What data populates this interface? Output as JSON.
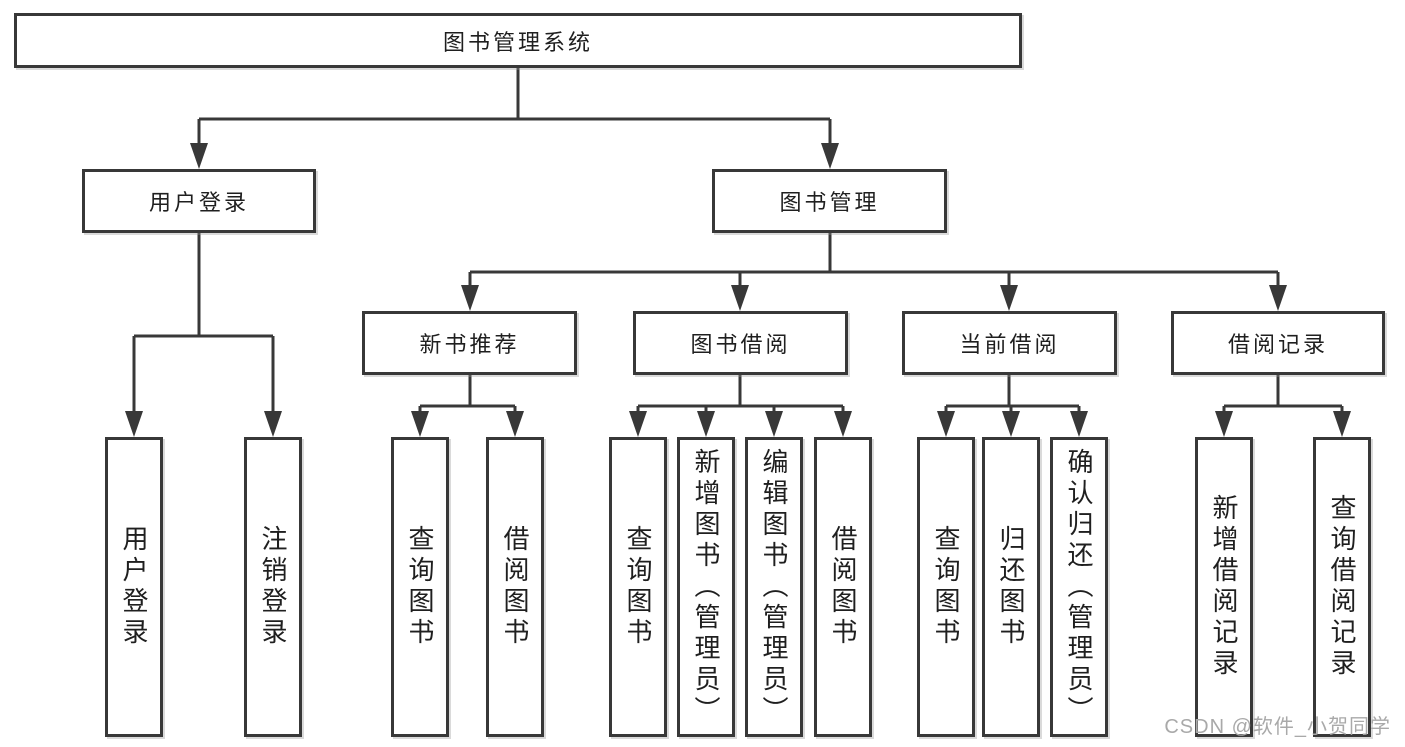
{
  "tree": {
    "root": {
      "label": "图书管理系统",
      "children": [
        {
          "label": "用户登录",
          "children": [
            {
              "label": "用户登录"
            },
            {
              "label": "注销登录"
            }
          ]
        },
        {
          "label": "图书管理",
          "children": [
            {
              "label": "新书推荐",
              "children": [
                {
                  "label": "查询图书"
                },
                {
                  "label": "借阅图书"
                }
              ]
            },
            {
              "label": "图书借阅",
              "children": [
                {
                  "label": "查询图书"
                },
                {
                  "label": "新增图书（管理员）"
                },
                {
                  "label": "编辑图书（管理员）"
                },
                {
                  "label": "借阅图书"
                }
              ]
            },
            {
              "label": "当前借阅",
              "children": [
                {
                  "label": "查询图书"
                },
                {
                  "label": "归还图书"
                },
                {
                  "label": "确认归还（管理员）"
                }
              ]
            },
            {
              "label": "借阅记录",
              "children": [
                {
                  "label": "新增借阅记录"
                },
                {
                  "label": "查询借阅记录"
                }
              ]
            }
          ]
        }
      ]
    }
  },
  "watermark": {
    "text": "CSDN @软件_小贺同学"
  },
  "colors": {
    "line": "#383838",
    "text": "#1f1f1f",
    "watermark": "#a9a9a9",
    "background": "#ffffff"
  }
}
